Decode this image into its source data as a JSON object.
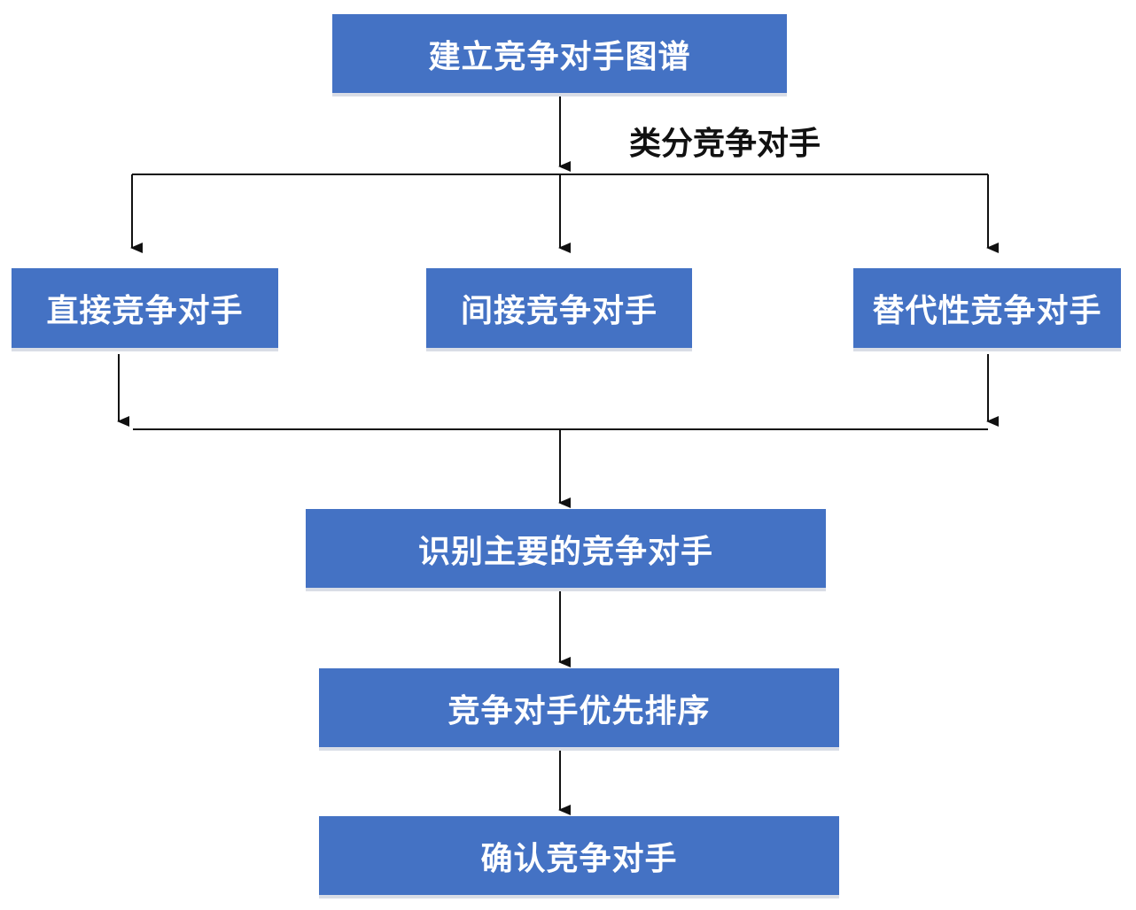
{
  "diagram": {
    "nodes": {
      "build_map": "建立竞争对手图谱",
      "direct": "直接竞争对手",
      "indirect": "间接竞争对手",
      "substitute": "替代性竞争对手",
      "identify_main": "识别主要的竞争对手",
      "prioritize": "竞争对手优先排序",
      "confirm": "确认竞争对手"
    },
    "edge_label": "类分竞争对手",
    "colors": {
      "node_fill": "#4472C4",
      "node_text": "#FFFFFF",
      "line": "#111111"
    }
  }
}
